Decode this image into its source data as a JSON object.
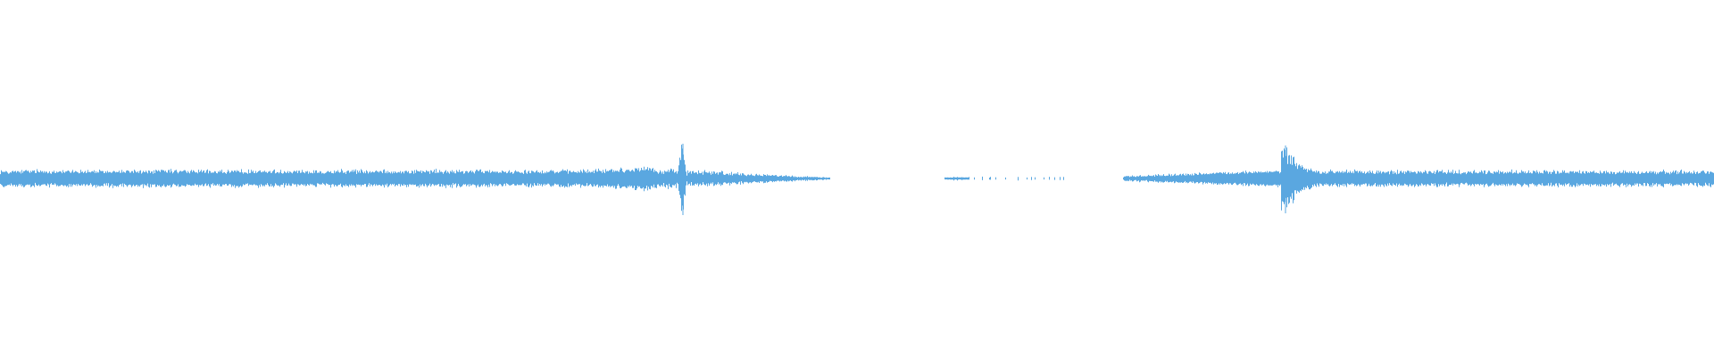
{
  "waveform": {
    "color": "#5aa7e0",
    "background": "#ffffff",
    "description_free_segments": [
      {
        "kind": "steady",
        "amplitude": 0.085
      },
      {
        "kind": "spike",
        "amplitude": 0.4
      },
      {
        "kind": "tail-decay",
        "amplitude": 0.03
      },
      {
        "kind": "silence",
        "amplitude": 0
      },
      {
        "kind": "sparse-ticks",
        "amplitude": 0.012
      },
      {
        "kind": "silence",
        "amplitude": 0
      },
      {
        "kind": "swell",
        "amplitude": 0.05
      },
      {
        "kind": "spike",
        "amplitude": 0.38
      },
      {
        "kind": "steady",
        "amplitude": 0.075
      }
    ]
  }
}
